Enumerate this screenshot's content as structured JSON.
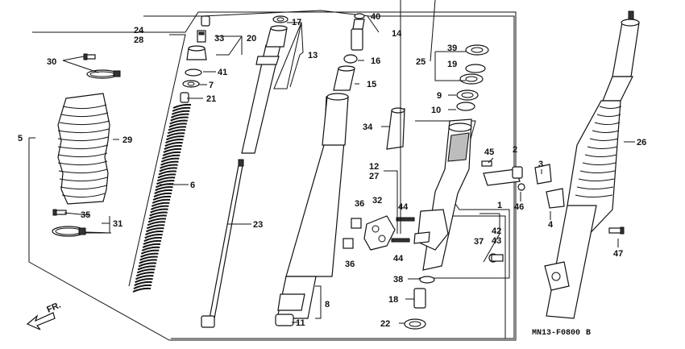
{
  "diagram_code": "MN13-F0800",
  "diagram_code_suffix": "B",
  "direction_label": "FR.",
  "callouts": {
    "c1": "1",
    "c2": "2",
    "c3": "3",
    "c4": "4",
    "c5": "5",
    "c6": "6",
    "c7": "7",
    "c8": "8",
    "c9": "9",
    "c10": "10",
    "c11": "11",
    "c12": "12",
    "c13": "13",
    "c14": "14",
    "c15": "15",
    "c16": "16",
    "c17": "17",
    "c18": "18",
    "c19": "19",
    "c20": "20",
    "c21": "21",
    "c22": "22",
    "c23": "23",
    "c24": "24",
    "c25": "25",
    "c26": "26",
    "c27": "27",
    "c28": "28",
    "c29": "29",
    "c30": "30",
    "c31": "31",
    "c32": "32",
    "c33": "33",
    "c34": "34",
    "c35": "35",
    "c36": "36",
    "c37": "37",
    "c38": "38",
    "c39": "39",
    "c40": "40",
    "c41": "41",
    "c42": "42",
    "c43": "43",
    "c44": "44",
    "c45": "45",
    "c46": "46",
    "c47": "47"
  }
}
